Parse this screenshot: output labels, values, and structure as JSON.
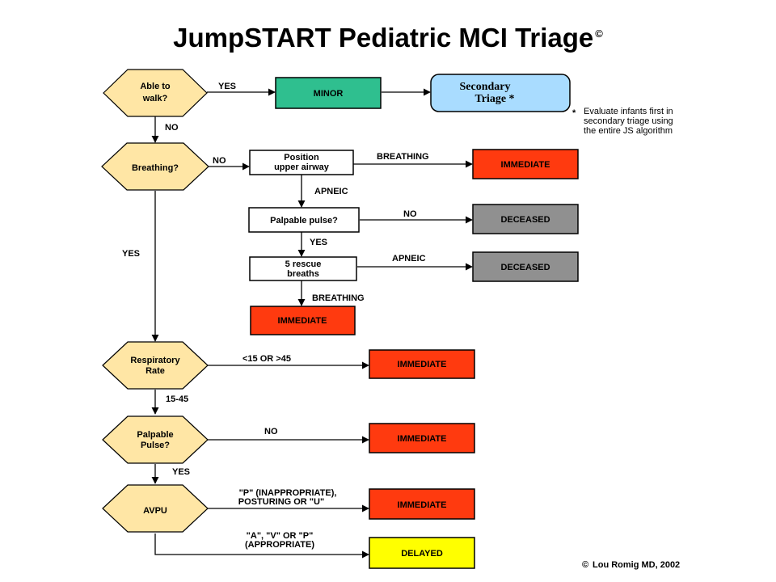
{
  "title": "JumpSTART Pediatric MCI Triage",
  "title_mark": "©",
  "colors": {
    "hexagon": "#ffe6a5",
    "minor": "#2fbf8f",
    "secondary": "#a9dcff",
    "immediate": "#ff3a0f",
    "deceased": "#909090",
    "delayed": "#ffff00",
    "white_box": "#ffffff"
  },
  "nodes": {
    "able_to_walk": [
      "Able to",
      "walk?"
    ],
    "breathing": "Breathing?",
    "respiratory_rate": [
      "Respiratory",
      "Rate"
    ],
    "palpable_pulse_main": [
      "Palpable",
      "Pulse?"
    ],
    "avpu": "AVPU",
    "minor": "MINOR",
    "secondary_triage": [
      "Secondary",
      "Triage *"
    ],
    "position_airway": [
      "Position",
      "upper airway"
    ],
    "palpable_pulse_q": "Palpable pulse?",
    "rescue_breaths": [
      "5 rescue",
      "breaths"
    ],
    "immediate_1": "IMMEDIATE",
    "immediate_2": "IMMEDIATE",
    "immediate_3": "IMMEDIATE",
    "immediate_4": "IMMEDIATE",
    "immediate_5": "IMMEDIATE",
    "deceased_1": "DECEASED",
    "deceased_2": "DECEASED",
    "delayed": "DELAYED"
  },
  "edges": {
    "walk_yes": "YES",
    "walk_no": "NO",
    "breathing_no": "NO",
    "breathing_yes": "YES",
    "airway_breathing": "BREATHING",
    "airway_apneic": "APNEIC",
    "pulse_no": "NO",
    "pulse_yes": "YES",
    "rescue_apneic": "APNEIC",
    "rescue_breathing": "BREATHING",
    "rr_out": "<15 OR >45",
    "rr_in": "15-45",
    "pp_no": "NO",
    "pp_yes": "YES",
    "avpu_inappropriate": [
      "\"P\" (INAPPROPRIATE),",
      "POSTURING OR \"U\""
    ],
    "avpu_appropriate": [
      "\"A\", \"V\" OR \"P\"",
      "(APPROPRIATE)"
    ]
  },
  "note": {
    "star": "*",
    "lines": [
      "Evaluate infants first in",
      "secondary triage using",
      "the entire JS algorithm"
    ]
  },
  "credit": "Lou Romig MD, 2002",
  "credit_mark": "©"
}
